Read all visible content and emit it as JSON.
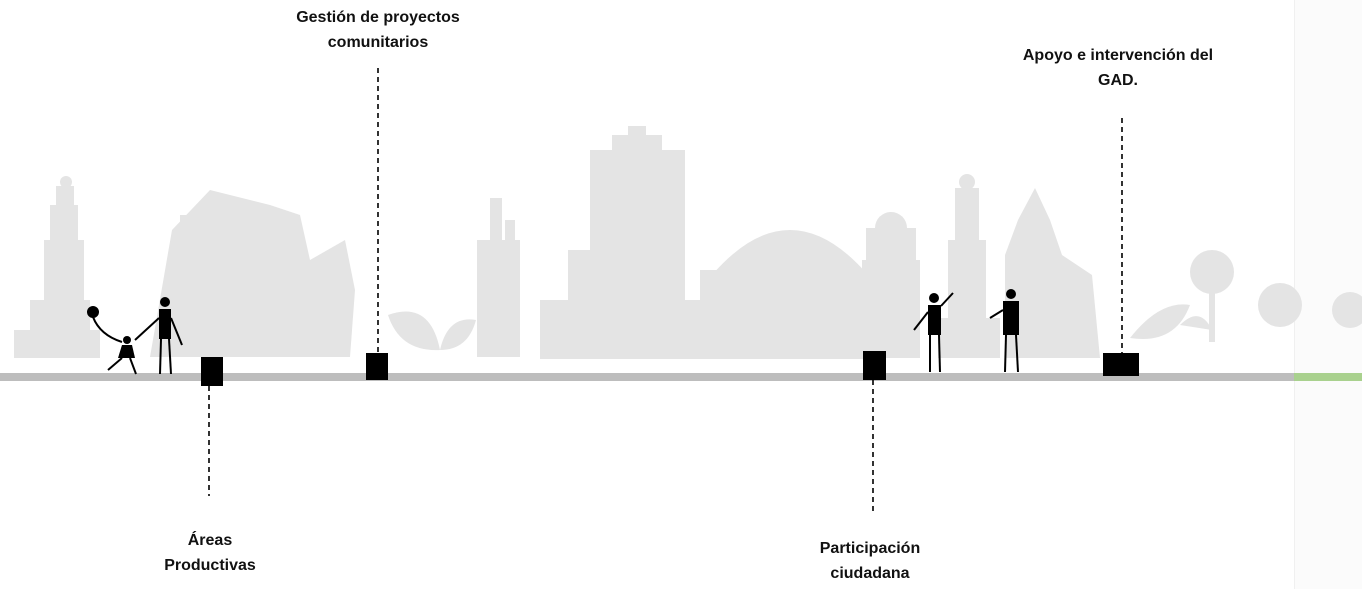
{
  "colors": {
    "ground_line": "#bdbdbd",
    "ground_accent": "#a9d18e",
    "silhouette": "#e4e4e4",
    "marker": "#000000",
    "text": "#111111"
  },
  "milestones": [
    {
      "lines": [
        "Gestión de proyectos",
        "comunitarios"
      ]
    },
    {
      "lines": [
        "Apoyo e intervención del",
        "GAD."
      ]
    },
    {
      "lines": [
        "Áreas",
        "Productivas"
      ]
    },
    {
      "lines": [
        "Participación",
        "ciudadana"
      ]
    }
  ]
}
